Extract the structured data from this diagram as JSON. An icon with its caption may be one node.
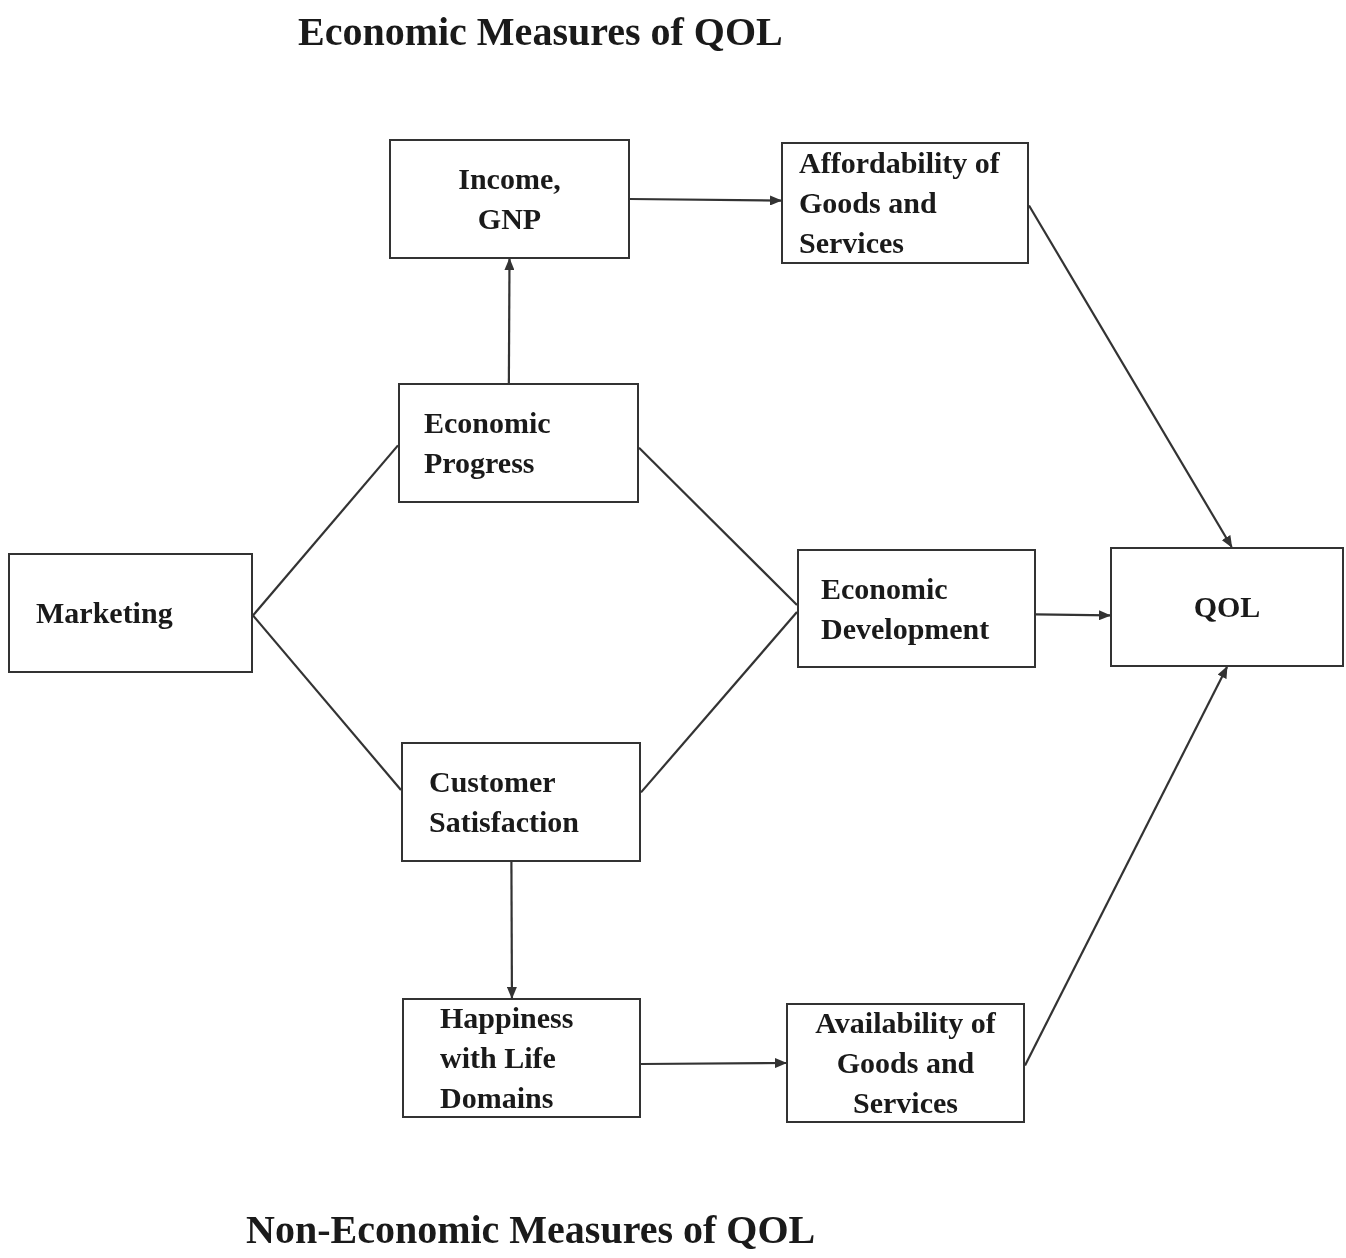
{
  "diagram": {
    "title": "Economic Measures of QOL",
    "caption": "Non-Economic Measures of QOL",
    "nodes": [
      {
        "text": [
          "Income, GNP"
        ]
      },
      {
        "text": [
          "Affordability of Goods and Services"
        ]
      },
      {
        "text": [
          "Economic Progress"
        ]
      },
      {
        "text": [
          "Marketing"
        ]
      },
      {
        "text": [
          "Economic Development"
        ]
      },
      {
        "text": [
          "QOL"
        ]
      },
      {
        "text": [
          "Customer Satisfaction"
        ]
      },
      {
        "text": [
          "Happiness with Life Domains"
        ]
      },
      {
        "text": [
          "Availability of Goods and Services"
        ]
      }
    ],
    "edges": [
      {
        "from": 2,
        "to": 0,
        "arrow": "to"
      },
      {
        "from": 0,
        "to": 1,
        "arrow": "to"
      },
      {
        "from": 1,
        "to": 5,
        "arrow": "to"
      },
      {
        "from": 3,
        "to": 2,
        "arrow": "none"
      },
      {
        "from": 3,
        "to": 6,
        "arrow": "none"
      },
      {
        "from": 2,
        "to": 4,
        "arrow": "none"
      },
      {
        "from": 6,
        "to": 4,
        "arrow": "none"
      },
      {
        "from": 4,
        "to": 5,
        "arrow": "to"
      },
      {
        "from": 6,
        "to": 7,
        "arrow": "to"
      },
      {
        "from": 7,
        "to": 8,
        "arrow": "to"
      },
      {
        "from": 8,
        "to": 5,
        "arrow": "to"
      }
    ]
  }
}
